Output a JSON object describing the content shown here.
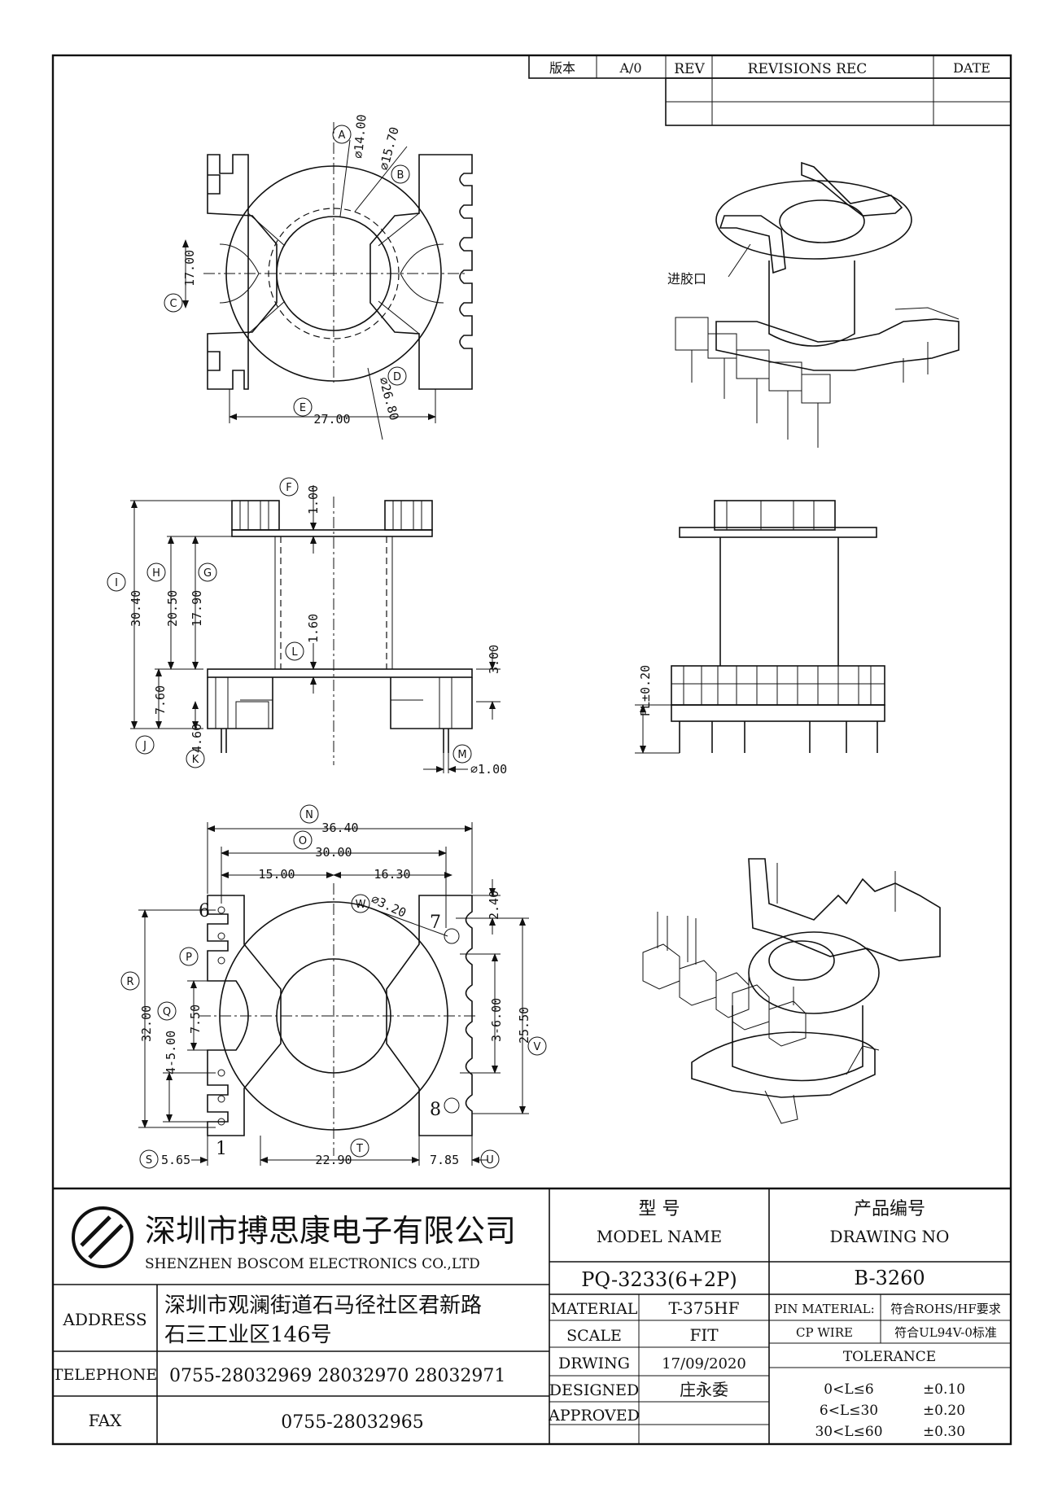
{
  "revision_block": {
    "version_label": "版本",
    "version_value": "A/0",
    "rev_label": "REV",
    "revisions_label": "REVISIONS REC",
    "date_label": "DATE"
  },
  "top_view": {
    "dim_a": "⌀14.00",
    "dim_b": "⌀15.70",
    "dim_c": "17.00",
    "dim_d": "⌀26.80",
    "dim_e": "27.00",
    "callouts": [
      "A",
      "B",
      "C",
      "D",
      "E"
    ]
  },
  "iso_top": {
    "gate_label": "进胶口"
  },
  "side_view": {
    "dim_f": "1.00",
    "dim_i": "30.40",
    "dim_h": "20.50",
    "dim_g": "17.90",
    "dim_l": "1.60",
    "dim_flange": "3.00",
    "dim_j": "7.60",
    "dim_k": "4.60",
    "dim_m": "⌀1.00",
    "callouts": [
      "F",
      "I",
      "H",
      "G",
      "L",
      "J",
      "K",
      "M"
    ]
  },
  "front_view": {
    "pl_label": "PL±0.20"
  },
  "bottom_view": {
    "dim_n": "36.40",
    "dim_o": "30.00",
    "dim_left": "15.00",
    "dim_right": "16.30",
    "dim_w": "⌀3.20",
    "dim_top_gap": "2.40",
    "dim_r": "32.00",
    "dim_q": "7.50",
    "dim_p": "4-5.00",
    "dim_pitch": "3-6.00",
    "dim_v": "25.50",
    "dim_s": "5.65",
    "dim_t": "22.90",
    "dim_u": "7.85",
    "pin_numbers": [
      "6",
      "7",
      "8",
      "1"
    ],
    "callouts": [
      "N",
      "O",
      "W",
      "P",
      "R",
      "Q",
      "V",
      "S",
      "T",
      "U"
    ]
  },
  "title_block": {
    "company_cn": "深圳市搏思康电子有限公司",
    "company_en": "SHENZHEN BOSCOM ELECTRONICS CO.,LTD",
    "address_label": "ADDRESS",
    "address_line1": "深圳市观澜街道石马径社区君新路",
    "address_line2": "石三工业区146号",
    "telephone_label": "TELEPHONE",
    "telephone_value": "0755-28032969  28032970  28032971",
    "fax_label": "FAX",
    "fax_value": "0755-28032965",
    "model_cn": "型    号",
    "model_en": "MODEL NAME",
    "model_value": "PQ-3233(6+2P)",
    "drawing_cn": "产品编号",
    "drawing_en": "DRAWING NO",
    "drawing_value": "B-3260",
    "material_label": "MATERIAL",
    "material_value": "T-375HF",
    "scale_label": "SCALE",
    "scale_value": "FIT",
    "drawing_date_label": "DRWING",
    "drawing_date_value": "17/09/2020",
    "designed_label": "DESIGNED",
    "designed_value": "庄永委",
    "approved_label": "APPROVED",
    "approved_value": "",
    "pin_material_label": "PIN MATERIAL:",
    "pin_material_value": "符合ROHS/HF要求",
    "cp_wire_label": "CP WIRE",
    "cp_wire_value": "符合UL94V-0标准",
    "tolerance_label": "TOLERANCE",
    "tolerances": [
      {
        "range": "0<L≤6",
        "value": "±0.10"
      },
      {
        "range": "6<L≤30",
        "value": "±0.20"
      },
      {
        "range": "30<L≤60",
        "value": "±0.30"
      }
    ]
  }
}
